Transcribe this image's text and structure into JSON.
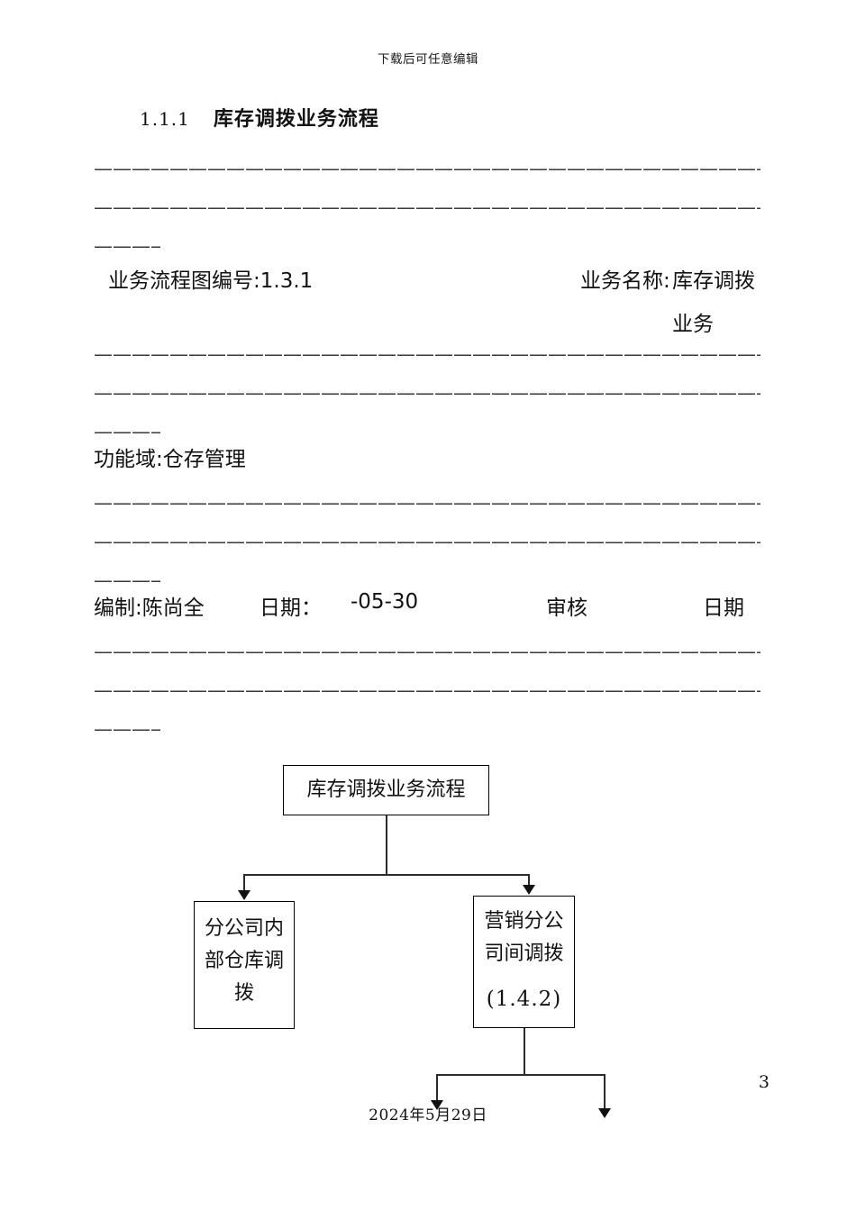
{
  "document": {
    "header_note": "下载后可任意编辑",
    "footer_date": "2024年5月29日",
    "page_number": "3"
  },
  "heading": {
    "number": "1.1.1",
    "title": "库存调拨业务流程"
  },
  "separator": {
    "dash_line_full": "——————————————————————————————————————————————",
    "dash_line_short": "—————"
  },
  "fields": {
    "row1": {
      "left_label": "业务流程图编号:",
      "left_value": "1.3.1",
      "right_label": "业务名称:",
      "right_value": "库存调拨业务"
    },
    "row2": {
      "left_label": "功能域:",
      "left_value": "仓存管理"
    },
    "row3": {
      "author_label": "编制:",
      "author_value": "陈尚全",
      "author_date_label": "日期：",
      "author_date_value": "-05-30",
      "reviewer_label": "审核",
      "reviewer_date_label": "日期"
    }
  },
  "flowchart": {
    "root": {
      "label": "库存调拨业务流程"
    },
    "left_node": {
      "line1": "分公司内",
      "line2": "部仓库调",
      "line3": "拨"
    },
    "right_node": {
      "line1": "营销分公",
      "line2": "司间调拨",
      "code": "(1.4.2)"
    }
  }
}
